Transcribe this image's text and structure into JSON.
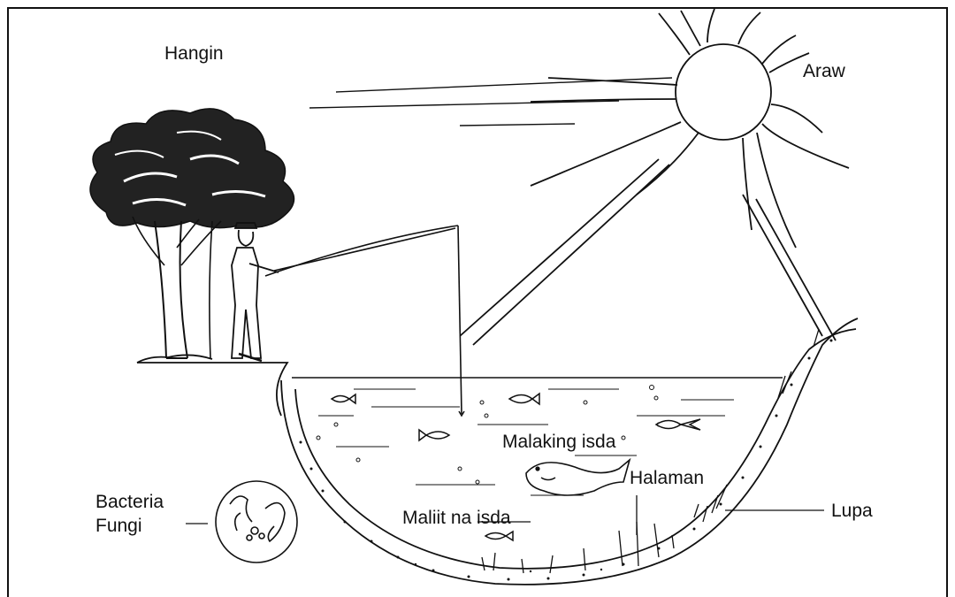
{
  "labels": {
    "hangin": "Hangin",
    "araw": "Araw",
    "malaking_isda": "Malaking isda",
    "halaman": "Halaman",
    "maliit_na_isda": "Maliit na isda",
    "lupa": "Lupa",
    "bacteria": "Bacteria",
    "fungi": "Fungi"
  },
  "colors": {
    "ink": "#111111",
    "background": "#ffffff"
  }
}
